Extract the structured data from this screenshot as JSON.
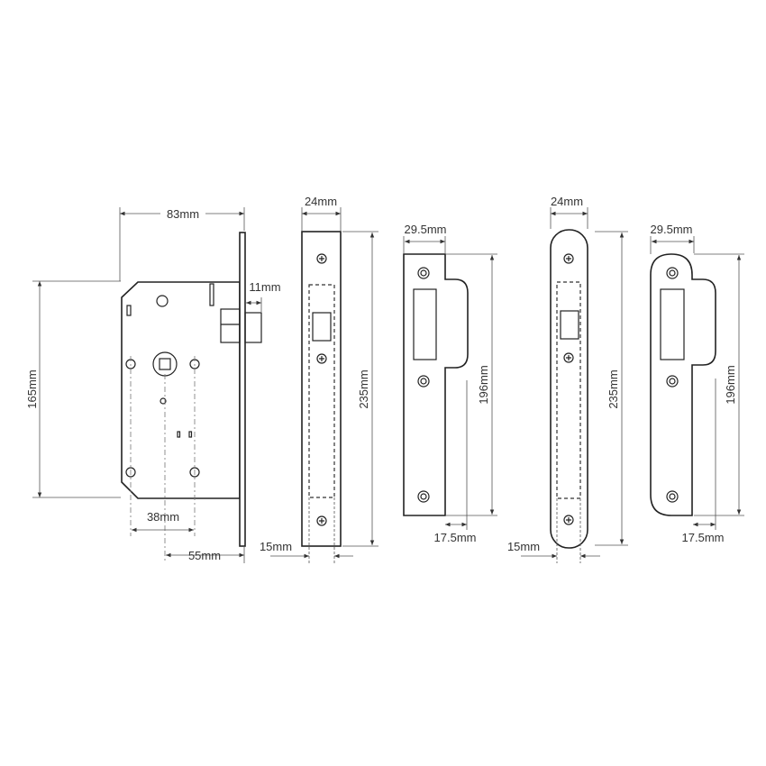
{
  "lock_case": {
    "width_label": "83mm",
    "height_label": "165mm",
    "latch_label": "11mm",
    "hole_spacing_label": "38mm",
    "backset_label": "55mm"
  },
  "forend_square": {
    "width_label": "24mm",
    "height_label": "235mm",
    "case_label": "15mm"
  },
  "strike_square": {
    "width_label": "29.5mm",
    "height_label": "196mm",
    "lip_label": "17.5mm"
  },
  "forend_radius": {
    "width_label": "24mm",
    "height_label": "235mm",
    "case_label": "15mm"
  },
  "strike_radius": {
    "width_label": "29.5mm",
    "height_label": "196mm",
    "lip_label": "17.5mm"
  }
}
